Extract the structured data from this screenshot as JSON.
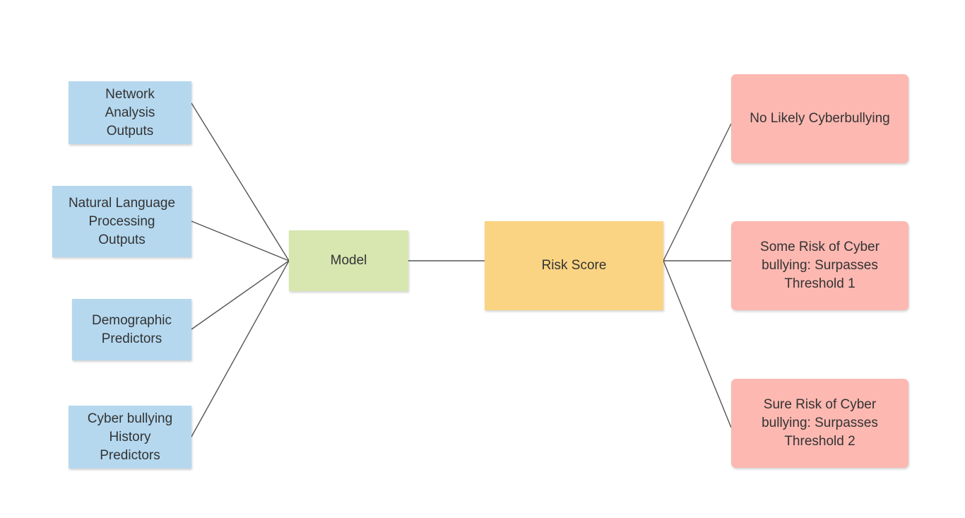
{
  "diagram": {
    "inputs": {
      "network": "Network\nAnalysis\nOutputs",
      "nlp": "Natural Language\nProcessing\nOutputs",
      "demographic": "Demographic\nPredictors",
      "history": "Cyber bullying\nHistory\nPredictors"
    },
    "model": "Model",
    "risk_score": "Risk Score",
    "outcomes": {
      "none": "No Likely Cyberbullying",
      "some": "Some Risk of Cyber\nbullying: Surpasses\nThreshold 1",
      "sure": "Sure Risk of Cyber\nbullying: Surpasses\nThreshold 2"
    }
  },
  "colors": {
    "input_fill": "#b5d8ef",
    "model_fill": "#d8e6b0",
    "risk_fill": "#fbd483",
    "outcome_fill": "#fcb8b1",
    "connector": "#555555",
    "text": "#333333"
  }
}
